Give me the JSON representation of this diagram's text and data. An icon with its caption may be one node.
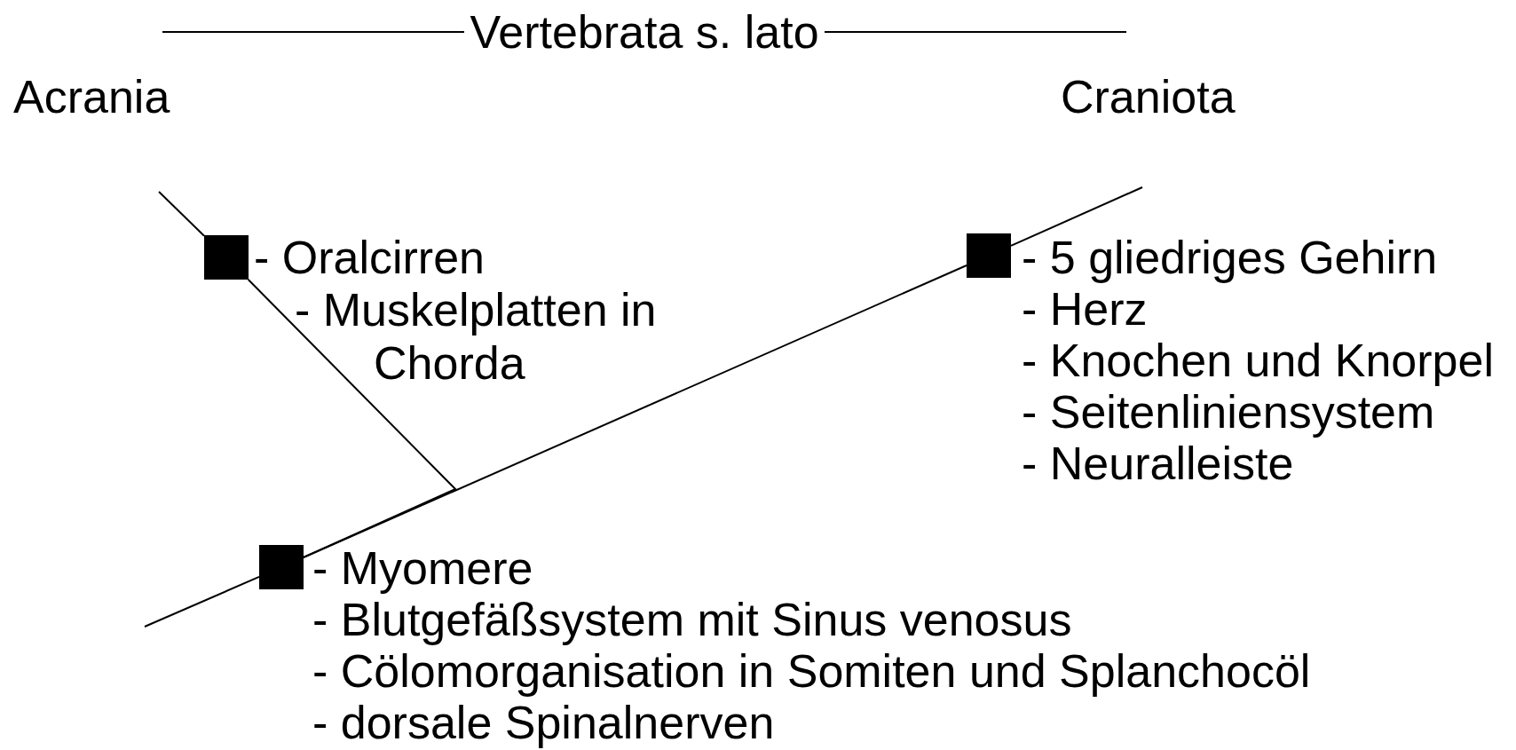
{
  "diagram": {
    "title": "Vertebrata s. lato",
    "nodes": [
      {
        "text": [],
        "shape": "box",
        "beside": [
          "- Oralcirren",
          "- Muskelplatten in Chorda"
        ]
      },
      {
        "text": [],
        "shape": "box",
        "beside": [
          "- 5 gliedriges Gehirn",
          "- Herz",
          "- Knochen und Knorpel",
          "- Seitenliniensystem",
          "- Neuralleiste"
        ]
      },
      {
        "text": [],
        "shape": "box",
        "beside": [
          "- Myomere",
          "- Blutgefäßsystem mit Sinus venosus",
          "- Cölomorganisation in Somiten und Splanchocöl",
          "- dorsale Spinalnerven"
        ]
      }
    ],
    "edges": [
      {
        "from": null,
        "to": 2,
        "arrow": "none"
      },
      {
        "from": 2,
        "to": 1,
        "arrow": "none"
      },
      {
        "from": 2,
        "to": 0,
        "arrow": "none"
      },
      {
        "from": 0,
        "to": null,
        "arrow": "none"
      },
      {
        "from": 1,
        "to": null,
        "arrow": "none"
      }
    ],
    "labels": [
      "Acrania",
      "Craniota"
    ]
  }
}
